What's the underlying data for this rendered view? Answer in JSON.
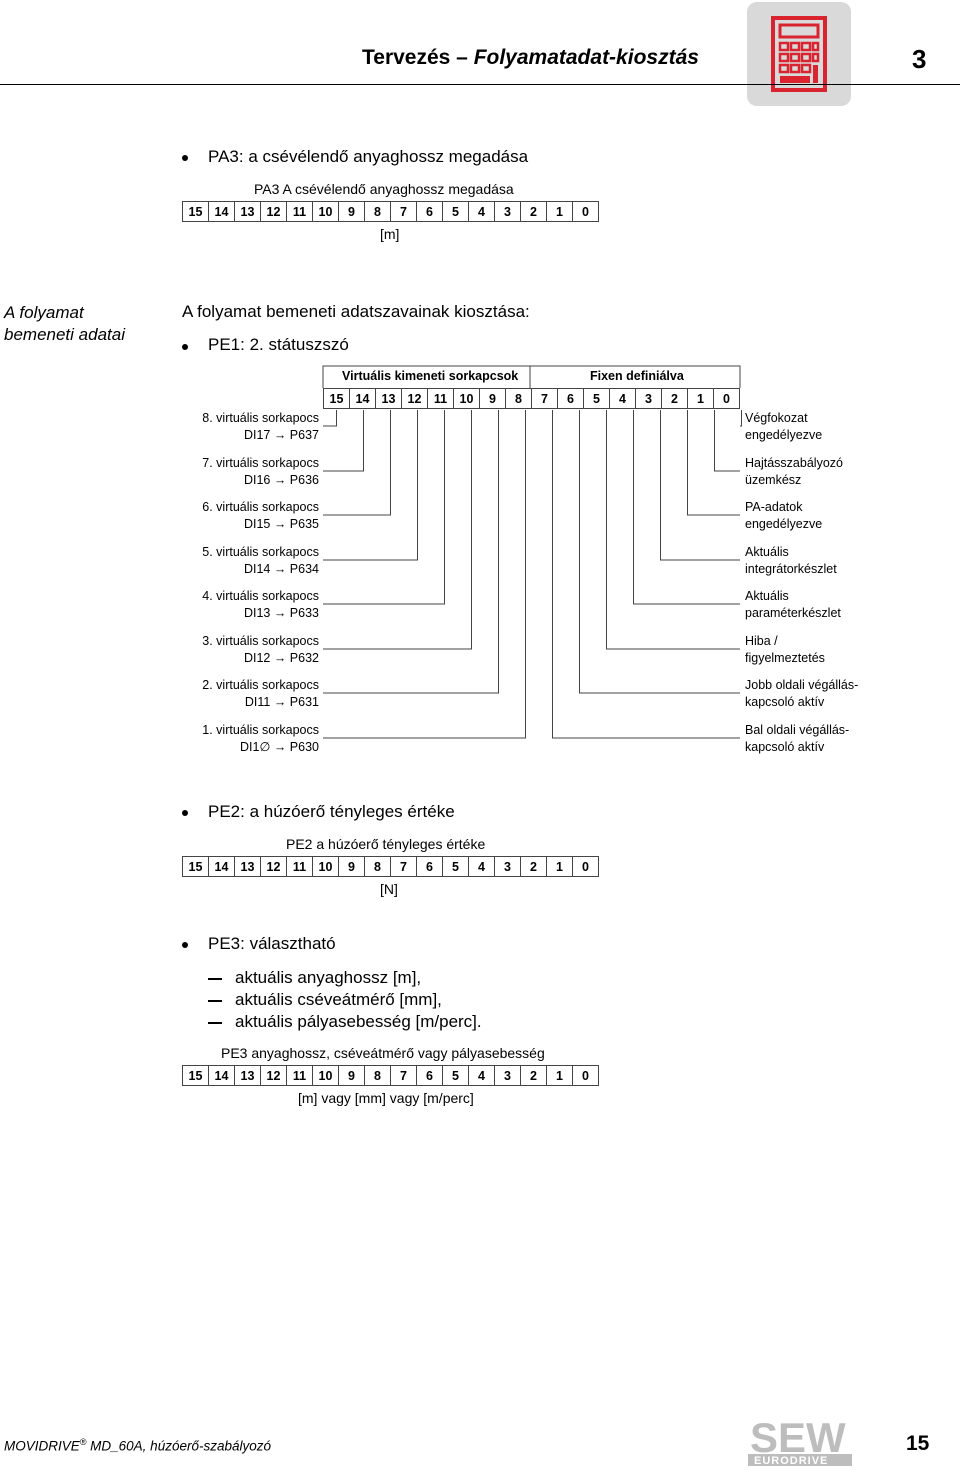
{
  "header": {
    "title_prefix": "Tervezés – ",
    "title_italic": "Folyamatadat-kiosztás",
    "chapter": "3",
    "icon": "calculator-icon"
  },
  "pa3": {
    "bullet": "PA3: a csévélendő anyaghossz megadása",
    "table_title": "PA3 A csévélendő anyaghossz megadása",
    "bits": [
      "15",
      "14",
      "13",
      "12",
      "11",
      "10",
      "9",
      "8",
      "7",
      "6",
      "5",
      "4",
      "3",
      "2",
      "1",
      "0"
    ],
    "unit": "[m]"
  },
  "side_label": {
    "line1": "A folyamat",
    "line2": "bemeneti adatai"
  },
  "pe_intro": "A folyamat bemeneti adatszavainak kiosztása:",
  "pe1": {
    "bullet": "PE1: 2. státuszszó",
    "head_left": "Virtuális kimeneti sorkapcsok",
    "head_right": "Fixen definiálva",
    "bits": [
      "15",
      "14",
      "13",
      "12",
      "11",
      "10",
      "9",
      "8",
      "7",
      "6",
      "5",
      "4",
      "3",
      "2",
      "1",
      "0"
    ],
    "left_labels": [
      {
        "line1": "8. virtuális sorkapocs",
        "line2": "DI17 → P637"
      },
      {
        "line1": "7. virtuális sorkapocs",
        "line2": "DI16 → P636"
      },
      {
        "line1": "6. virtuális sorkapocs",
        "line2": "DI15 → P635"
      },
      {
        "line1": "5. virtuális sorkapocs",
        "line2": "DI14 → P634"
      },
      {
        "line1": "4. virtuális sorkapocs",
        "line2": "DI13 → P633"
      },
      {
        "line1": "3. virtuális sorkapocs",
        "line2": "DI12 → P632"
      },
      {
        "line1": "2. virtuális sorkapocs",
        "line2": "DI11 → P631"
      },
      {
        "line1": "1. virtuális sorkapocs",
        "line2": "DI1∅ → P630"
      }
    ],
    "right_labels": [
      {
        "line1": "Végfokozat",
        "line2": "engedélyezve"
      },
      {
        "line1": "Hajtásszabályozó",
        "line2": "üzemkész"
      },
      {
        "line1": "PA-adatok",
        "line2": "engedélyezve"
      },
      {
        "line1": "Aktuális",
        "line2": "integrátorkészlet"
      },
      {
        "line1": "Aktuális",
        "line2": "paraméterkészlet"
      },
      {
        "line1": "Hiba /",
        "line2": "figyelmeztetés"
      },
      {
        "line1": "Jobb oldali végállás-",
        "line2": "kapcsoló aktív"
      },
      {
        "line1": "Bal oldali végállás-",
        "line2": "kapcsoló aktív"
      }
    ]
  },
  "pe2": {
    "bullet": "PE2: a húzóerő tényleges értéke",
    "table_title": "PE2 a húzóerő tényleges értéke",
    "bits": [
      "15",
      "14",
      "13",
      "12",
      "11",
      "10",
      "9",
      "8",
      "7",
      "6",
      "5",
      "4",
      "3",
      "2",
      "1",
      "0"
    ],
    "unit": "[N]"
  },
  "pe3": {
    "bullet": "PE3: választható",
    "items": [
      "aktuális anyaghossz [m],",
      "aktuális cséveátmérő [mm],",
      "aktuális pályasebesség [m/perc]."
    ],
    "table_title": "PE3 anyaghossz, cséveátmérő vagy pályasebesség",
    "bits": [
      "15",
      "14",
      "13",
      "12",
      "11",
      "10",
      "9",
      "8",
      "7",
      "6",
      "5",
      "4",
      "3",
      "2",
      "1",
      "0"
    ],
    "unit": "[m] vagy [mm] vagy [m/perc]"
  },
  "footer": {
    "product": "MOVIDRIVE",
    "reg": "®",
    "doc": " MD_60A, húzóerő-szabályozó",
    "page": "15",
    "logo_top": "SEW",
    "logo_bottom": "EURODRIVE"
  }
}
